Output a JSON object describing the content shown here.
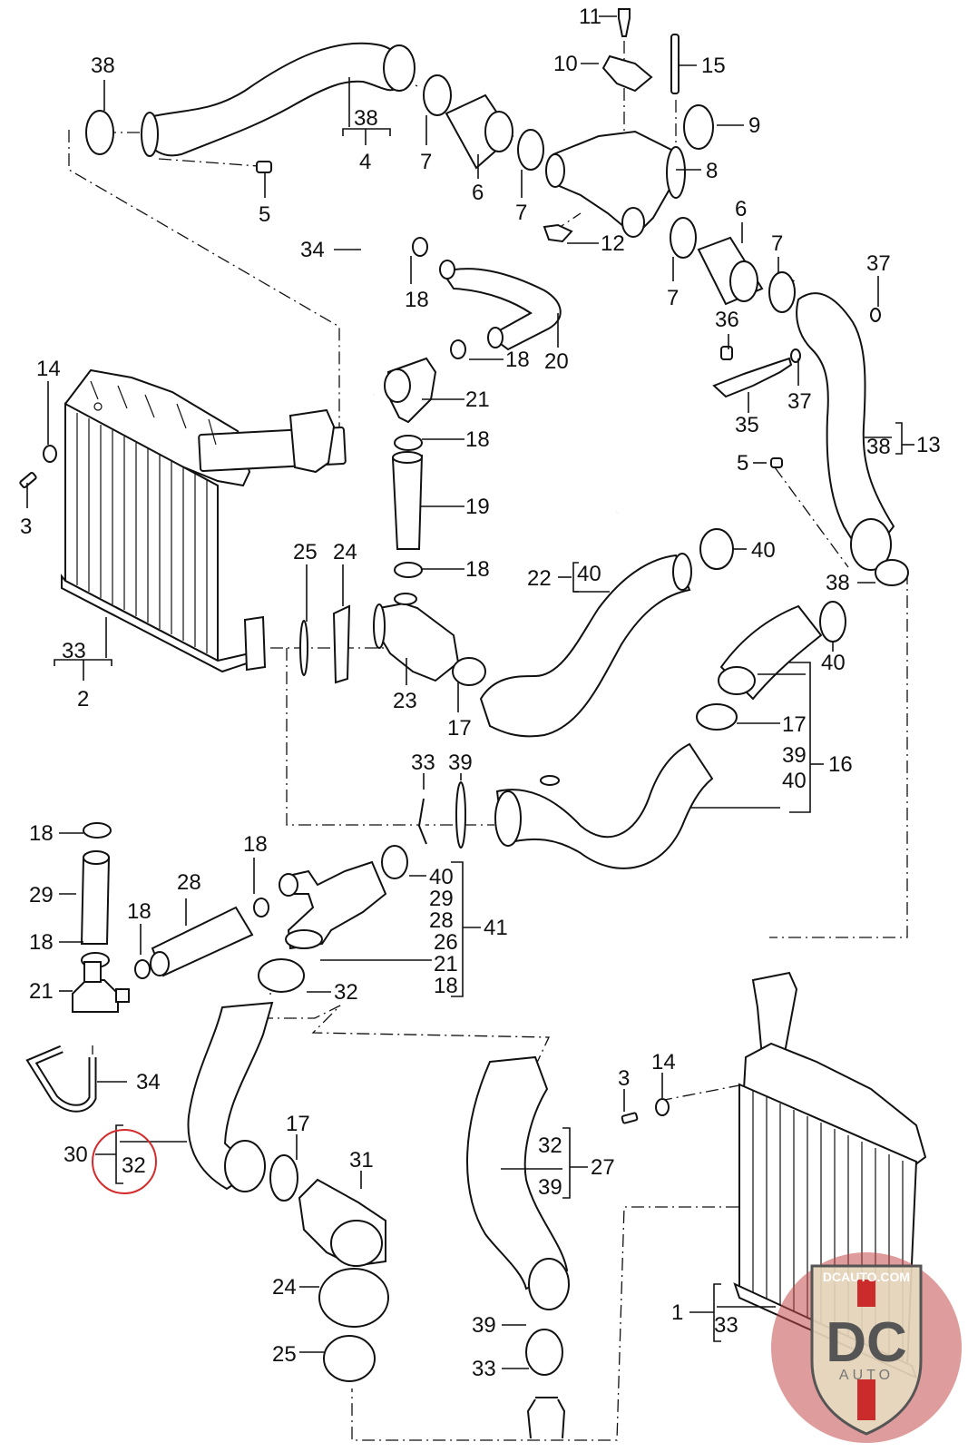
{
  "diagram": {
    "title": "Intercooler / charge air hose exploded parts diagram",
    "highlight_color": "#d42a2a",
    "watermark": {
      "text_top": "DCAUTO.COM",
      "text_mid": "DC",
      "text_bottom": "AUTO"
    },
    "parts": [
      {
        "id": "p1",
        "label": "1",
        "icon": "intercooler-right-icon"
      },
      {
        "id": "p2",
        "label": "2",
        "icon": "intercooler-left-icon"
      },
      {
        "id": "p3",
        "label": "3",
        "icon": "bolt-icon"
      },
      {
        "id": "p4",
        "label": "4",
        "icon": "charge-pipe-icon"
      },
      {
        "id": "p5",
        "label": "5",
        "icon": "screw-icon"
      },
      {
        "id": "p6",
        "label": "6",
        "icon": "bellows-hose-icon"
      },
      {
        "id": "p7",
        "label": "7",
        "icon": "hose-clamp-icon"
      },
      {
        "id": "p8",
        "label": "8",
        "icon": "y-pipe-icon"
      },
      {
        "id": "p9",
        "label": "9",
        "icon": "o-ring-icon"
      },
      {
        "id": "p10",
        "label": "10",
        "icon": "sensor-icon"
      },
      {
        "id": "p11",
        "label": "11",
        "icon": "screw-icon"
      },
      {
        "id": "p12",
        "label": "12",
        "icon": "clip-icon"
      },
      {
        "id": "p13",
        "label": "13",
        "icon": "charge-pipe-icon"
      },
      {
        "id": "p14",
        "label": "14",
        "icon": "grommet-icon"
      },
      {
        "id": "p15",
        "label": "15",
        "icon": "pin-icon"
      },
      {
        "id": "p16",
        "label": "16",
        "icon": "hose-icon"
      },
      {
        "id": "p17",
        "label": "17",
        "icon": "hose-clamp-icon"
      },
      {
        "id": "p18",
        "label": "18",
        "icon": "hose-clamp-icon"
      },
      {
        "id": "p19",
        "label": "19",
        "icon": "hose-icon"
      },
      {
        "id": "p20",
        "label": "20",
        "icon": "hose-icon"
      },
      {
        "id": "p21",
        "label": "21",
        "icon": "valve-icon"
      },
      {
        "id": "p22",
        "label": "22",
        "icon": "hose-icon"
      },
      {
        "id": "p23",
        "label": "23",
        "icon": "elbow-pipe-icon"
      },
      {
        "id": "p24",
        "label": "24",
        "icon": "clamp-ring-icon"
      },
      {
        "id": "p25",
        "label": "25",
        "icon": "seal-ring-icon"
      },
      {
        "id": "p26",
        "label": "26",
        "icon": "elbow-pipe-icon"
      },
      {
        "id": "p27",
        "label": "27",
        "icon": "hose-icon"
      },
      {
        "id": "p28",
        "label": "28",
        "icon": "hose-icon"
      },
      {
        "id": "p29",
        "label": "29",
        "icon": "hose-icon"
      },
      {
        "id": "p30",
        "label": "30",
        "icon": "hose-icon"
      },
      {
        "id": "p31",
        "label": "31",
        "icon": "elbow-hose-icon"
      },
      {
        "id": "p32",
        "label": "32",
        "icon": "hose-clamp-icon"
      },
      {
        "id": "p33",
        "label": "33",
        "icon": "retaining-clip-icon"
      },
      {
        "id": "p34",
        "label": "34",
        "icon": "vent-line-icon"
      },
      {
        "id": "p35",
        "label": "35",
        "icon": "bracket-pipe-icon"
      },
      {
        "id": "p36",
        "label": "36",
        "icon": "screw-icon"
      },
      {
        "id": "p37",
        "label": "37",
        "icon": "o-ring-icon"
      },
      {
        "id": "p38",
        "label": "38",
        "icon": "o-ring-icon"
      },
      {
        "id": "p39",
        "label": "39",
        "icon": "o-ring-icon"
      },
      {
        "id": "p40",
        "label": "40",
        "icon": "o-ring-icon"
      },
      {
        "id": "p41",
        "label": "41",
        "icon": "kit-icon"
      }
    ],
    "callouts": {
      "c11": "11",
      "c10": "10",
      "c15": "15",
      "c9": "9",
      "c8": "8",
      "c38a": "38",
      "c38b": "38",
      "c4": "4",
      "c7a": "7",
      "c5a": "5",
      "c6a": "6",
      "c7b": "7",
      "c12": "12",
      "c6b": "6",
      "c7c": "7",
      "c7d": "7",
      "c37a": "37",
      "c34a": "34",
      "c18a": "18",
      "c18b": "18",
      "c20": "20",
      "c36": "36",
      "c37b": "37",
      "c35": "35",
      "c14a": "14",
      "c3a": "3",
      "c21a": "21",
      "c18c": "18",
      "c38c": "38",
      "c13": "13",
      "c5b": "5",
      "c19": "19",
      "c25a": "25",
      "c24a": "24",
      "c18d": "18",
      "c22": "22",
      "c40a": "40",
      "c40b": "40",
      "c38d": "38",
      "c40c": "40",
      "c33a": "33",
      "c2": "2",
      "c23": "23",
      "c17a": "17",
      "c17b": "17",
      "c39a": "39",
      "c40d": "40",
      "c16": "16",
      "c33b": "33",
      "c39b": "39",
      "c18e": "18",
      "c18f": "18",
      "c29a": "29",
      "c28a": "28",
      "c18g": "18",
      "c40e": "40",
      "c29b": "29",
      "c28b": "28",
      "c26": "26",
      "c41": "41",
      "c21b": "21",
      "c18h": "18",
      "c18i": "18",
      "c21c": "21",
      "c32a": "32",
      "c34b": "34",
      "c3b": "3",
      "c14b": "14",
      "c17c": "17",
      "c31": "31",
      "c30": "30",
      "c32b": "32",
      "c32c": "32",
      "c27": "27",
      "c39c": "39",
      "c24b": "24",
      "c39d": "39",
      "c25b": "25",
      "c33c": "33",
      "c1": "1",
      "c33d": "33"
    },
    "highlighted_callout": "32"
  }
}
